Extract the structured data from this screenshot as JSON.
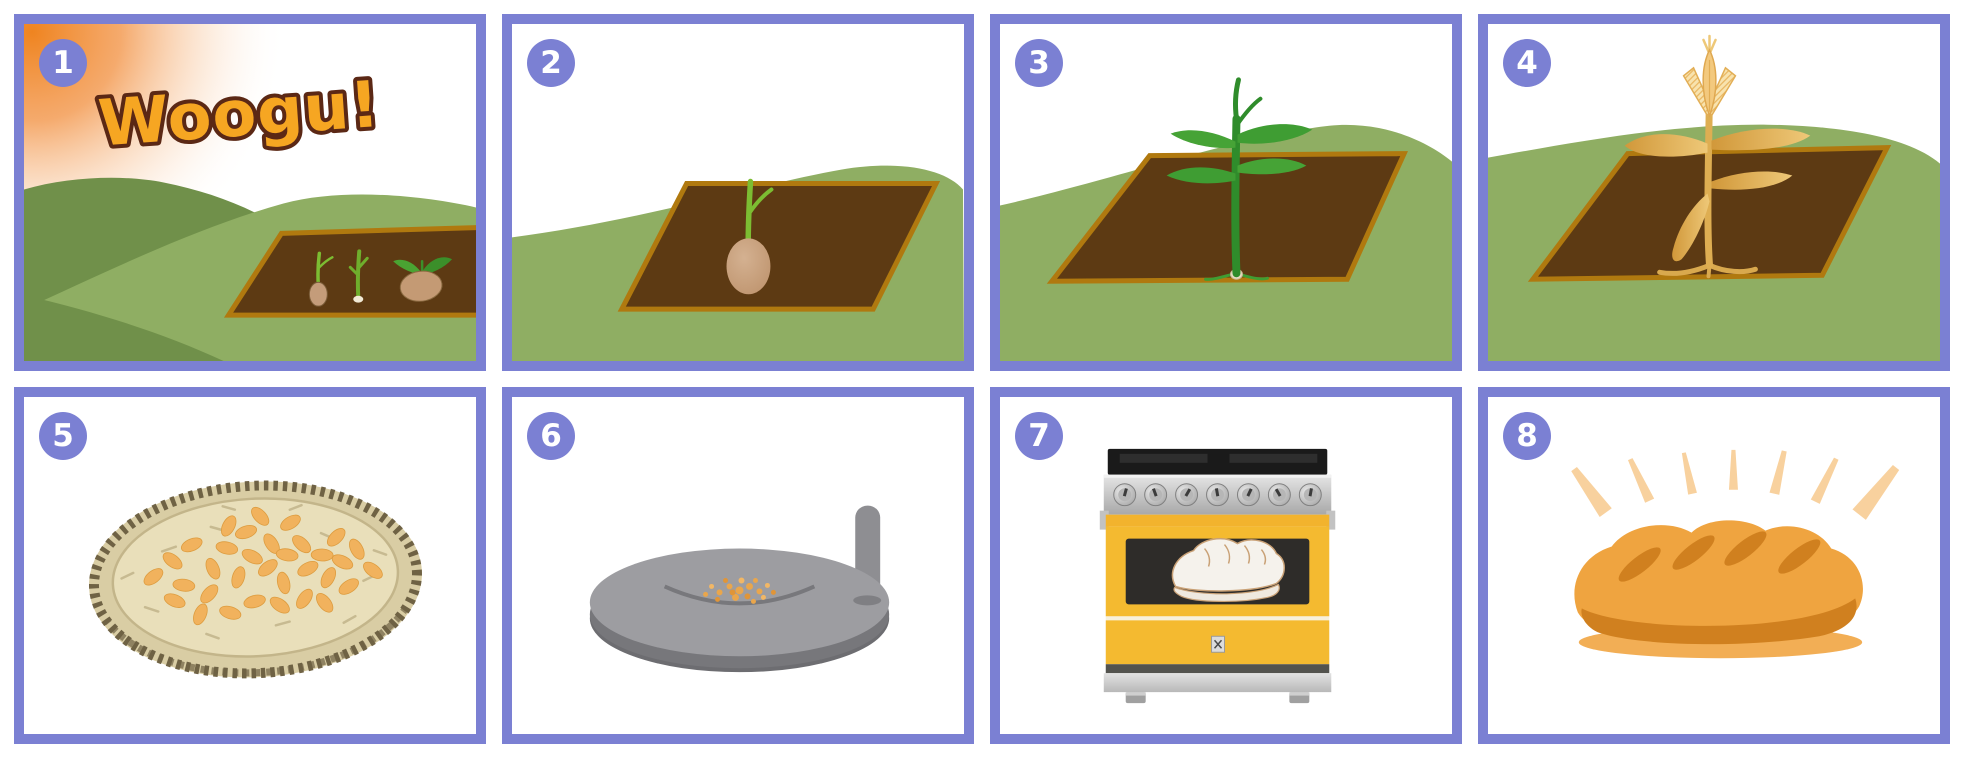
{
  "title_card": {
    "title": "Woogu!"
  },
  "panels": [
    {
      "number": "1",
      "scene": "title-card-field-with-sprouts"
    },
    {
      "number": "2",
      "scene": "seed-planted-in-soil"
    },
    {
      "number": "3",
      "scene": "green-seedling-growing"
    },
    {
      "number": "4",
      "scene": "mature-golden-wheat-plant"
    },
    {
      "number": "5",
      "scene": "harvested-grain-in-woven-basket"
    },
    {
      "number": "6",
      "scene": "grain-ground-on-millstone"
    },
    {
      "number": "7",
      "scene": "bread-baking-in-oven"
    },
    {
      "number": "8",
      "scene": "finished-bread-loaf"
    }
  ],
  "icons": {
    "sun": "sun-glow-icon",
    "hill": "green-hill",
    "field": "soil-field-plot",
    "seed": "seed-icon",
    "sprout": "sprout-icon",
    "seedling": "seedling-icon",
    "wheat": "wheat-plant-icon",
    "basket": "winnowing-basket-icon",
    "grains": "grain-seeds-icon",
    "millstone": "millstone-icon",
    "oven": "oven-icon",
    "dough": "bread-dough-icon",
    "bread": "bread-loaf-icon",
    "rays": "light-rays-icon"
  },
  "colors": {
    "panel_border": "#7b80d3",
    "badge_background": "#7b80d3",
    "badge_text": "#ffffff",
    "sun_orange": "#ef8420",
    "title_fill": "#f6a622",
    "title_outline": "#5b2815",
    "hill_light_green": "#8fae63",
    "hill_dark_green": "#70904a",
    "soil_brown": "#5d3a13",
    "soil_border_tan": "#b0790f",
    "sprout_green": "#7cbd32",
    "leaf_green": "#3f9d33",
    "seed_tan": "#c49c7a",
    "wheat_gold": "#d9a94e",
    "wheat_light_gold": "#f3c97e",
    "basket_beige": "#e6dcb4",
    "basket_rim_brown": "#6f6244",
    "grain_gold": "#f1b25d",
    "millstone_grey": "#9d9da1",
    "millstone_side_grey": "#77777b",
    "flour_gold": "#eaa64b",
    "oven_yellow": "#f4ba30",
    "oven_steel": "#c8c8c8",
    "oven_black": "#1a1a1a",
    "oven_window": "#2e2c29",
    "dough_white": "#f5f2ec",
    "bread_gold": "#efa440",
    "bread_crust": "#d0801f",
    "ray_peach": "#f8d19e"
  }
}
